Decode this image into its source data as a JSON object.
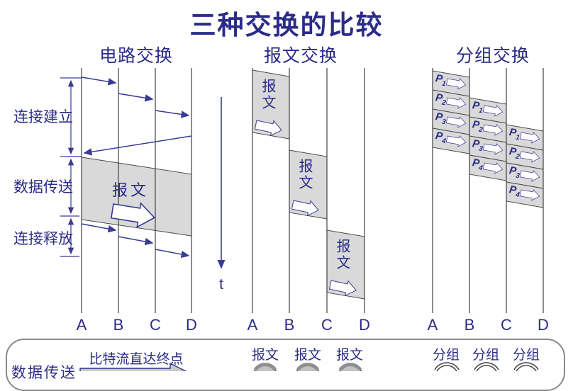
{
  "title": "三种交换的比较",
  "sections": [
    {
      "header": "电路交换",
      "stations": [
        "A",
        "B",
        "C",
        "D"
      ]
    },
    {
      "header": "报文交换",
      "stations": [
        "A",
        "B",
        "C",
        "D"
      ]
    },
    {
      "header": "分组交换",
      "stations": [
        "A",
        "B",
        "C",
        "D"
      ]
    }
  ],
  "phase_labels": {
    "setup": "连接建立",
    "data": "数据传送",
    "release": "连接释放"
  },
  "time_axis": {
    "label": "t"
  },
  "circuit": {
    "message_box_label": "报文"
  },
  "message_switching": {
    "box_labels": [
      "报文",
      "报文",
      "报文"
    ]
  },
  "packet_switching": {
    "columns": [
      {
        "hop": "A-B",
        "packets": [
          {
            "p": "P",
            "sub": "1"
          },
          {
            "p": "P",
            "sub": "2"
          },
          {
            "p": "P",
            "sub": "3"
          },
          {
            "p": "P",
            "sub": "4"
          }
        ]
      },
      {
        "hop": "B-C",
        "packets": [
          {
            "p": "P",
            "sub": "1"
          },
          {
            "p": "P",
            "sub": "2"
          },
          {
            "p": "P",
            "sub": "3"
          },
          {
            "p": "P",
            "sub": "4"
          }
        ]
      },
      {
        "hop": "C-D",
        "packets": [
          {
            "p": "P",
            "sub": "1"
          },
          {
            "p": "P",
            "sub": "2"
          },
          {
            "p": "P",
            "sub": "3"
          },
          {
            "p": "P",
            "sub": "4"
          }
        ]
      }
    ]
  },
  "legend": {
    "row_label": "数据传送",
    "circuit_note": "比特流直达终点",
    "message_icons": [
      "报文",
      "报文",
      "报文"
    ],
    "packet_icons": [
      "分组",
      "分组",
      "分组"
    ]
  },
  "colors": {
    "text_navy": "#2b2b8a",
    "arrow_navy": "#3a3a96",
    "diagram_line": "#404040",
    "box_fill": "#d9d9d9",
    "legend_border": "#8a8a8a"
  }
}
